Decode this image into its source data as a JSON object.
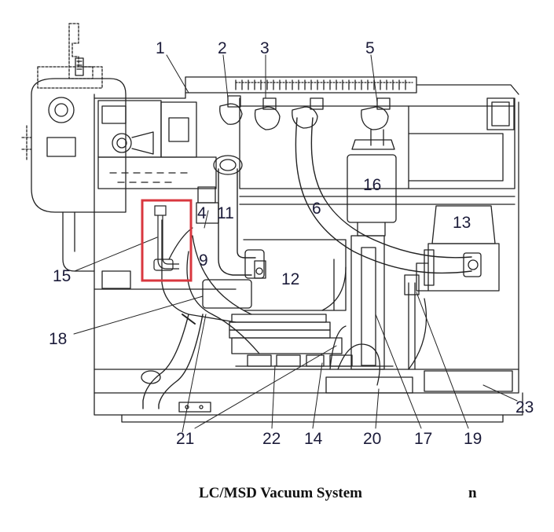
{
  "diagram": {
    "callouts": [
      {
        "id": "c1",
        "text": "1"
      },
      {
        "id": "c2",
        "text": "2"
      },
      {
        "id": "c3",
        "text": "3"
      },
      {
        "id": "c4",
        "text": "4"
      },
      {
        "id": "c5",
        "text": "5"
      },
      {
        "id": "c6",
        "text": "6"
      },
      {
        "id": "c9",
        "text": "9"
      },
      {
        "id": "c11",
        "text": "11"
      },
      {
        "id": "c12",
        "text": "12"
      },
      {
        "id": "c13",
        "text": "13"
      },
      {
        "id": "c14",
        "text": "14"
      },
      {
        "id": "c15",
        "text": "15"
      },
      {
        "id": "c16",
        "text": "16"
      },
      {
        "id": "c17",
        "text": "17"
      },
      {
        "id": "c18",
        "text": "18"
      },
      {
        "id": "c19",
        "text": "19"
      },
      {
        "id": "c20",
        "text": "20"
      },
      {
        "id": "c21",
        "text": "21"
      },
      {
        "id": "c22",
        "text": "22"
      },
      {
        "id": "c23",
        "text": "23"
      }
    ],
    "highlight_color": "#d9373f",
    "line_color": "#222222"
  },
  "caption": {
    "title": "LC/MSD Vacuum System",
    "suffix": "n"
  }
}
